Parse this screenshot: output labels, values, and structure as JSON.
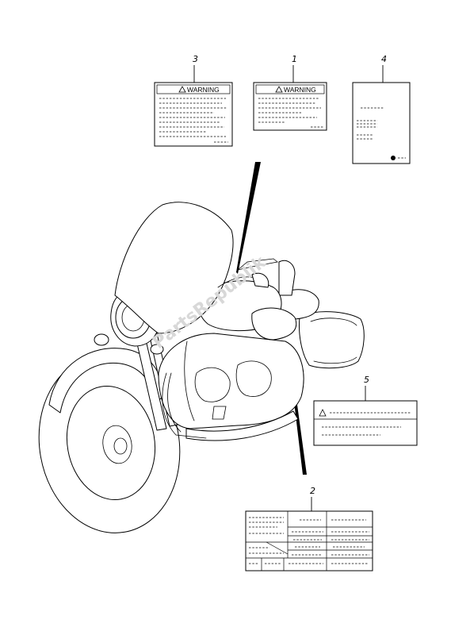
{
  "callouts": {
    "label_1": "1",
    "label_2": "2",
    "label_3": "3",
    "label_4": "4",
    "label_5": "5"
  },
  "labels": {
    "warning_text_1": "WARNING",
    "warning_text_3": "WARNING"
  },
  "watermark": "PartsRepublik",
  "colors": {
    "line": "#000000",
    "background": "#ffffff",
    "watermark": "#d8d8d8"
  }
}
